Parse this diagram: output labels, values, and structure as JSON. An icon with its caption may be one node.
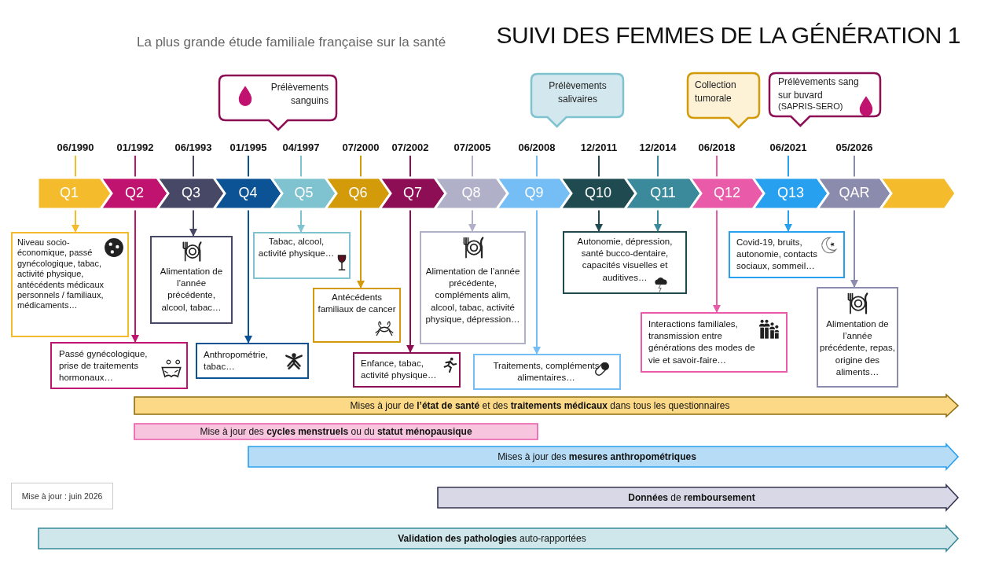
{
  "diagram": {
    "title": "SUIVI DES FEMMES DE LA GÉNÉRATION 1",
    "nodes": [
      {
        "text": [
          "Q1"
        ]
      },
      {
        "text": [
          "Q2"
        ]
      },
      {
        "text": [
          "Q3"
        ]
      },
      {
        "text": [
          "Q4"
        ]
      },
      {
        "text": [
          "Q5"
        ]
      },
      {
        "text": [
          "Q6"
        ]
      },
      {
        "text": [
          "Q7"
        ]
      },
      {
        "text": [
          "Q8"
        ]
      },
      {
        "text": [
          "Q9"
        ]
      },
      {
        "text": [
          "Q10"
        ]
      },
      {
        "text": [
          "Q11"
        ]
      },
      {
        "text": [
          "Q12"
        ]
      },
      {
        "text": [
          "Q13"
        ]
      },
      {
        "text": [
          "QAR"
        ]
      },
      {
        "text": [],
        "shape": "chevron"
      },
      {
        "text": [
          "Prélèvements sanguins"
        ]
      },
      {
        "text": [
          "Prélèvements salivaires"
        ]
      },
      {
        "text": [
          "Collection tumorale"
        ]
      },
      {
        "text": [
          "Prélèvements sang sur buvard",
          "(SAPRIS-SERO)"
        ]
      },
      {
        "text": [
          "Niveau socio-économique, passé gynécologique, tabac, activité physique, antécédents médicaux personnels / familiaux, médicaments…"
        ]
      },
      {
        "text": [
          "Passé gynécologique, prise de traitements hormonaux…"
        ]
      },
      {
        "text": [
          "Alimentation de l’année précédente, alcool, tabac…"
        ]
      },
      {
        "text": [
          "Anthropométrie, tabac…"
        ]
      },
      {
        "text": [
          "Tabac, alcool, activité physique…"
        ]
      },
      {
        "text": [
          "Antécédents familiaux de cancer"
        ]
      },
      {
        "text": [
          "Enfance, tabac, activité physique…"
        ]
      },
      {
        "text": [
          "Alimentation de l’année précédente, compléments alim, alcool, tabac, activité physique, dépression…"
        ]
      },
      {
        "text": [
          "Traitements, compléments alimentaires…"
        ]
      },
      {
        "text": [
          "Autonomie, dépression, santé bucco-dentaire, capacités visuelles et auditives…"
        ]
      },
      {
        "text": [
          "Interactions familiales, transmission entre générations des modes de vie et savoir-faire…"
        ]
      },
      {
        "text": [
          "Covid-19, bruits, autonomie, contacts sociaux, sommeil…"
        ]
      },
      {
        "text": [
          "Alimentation de l’année précédente, repas, origine des aliments…"
        ]
      },
      {
        "text": [
          "Mises à jour de **l’état de santé** et des **traitements médicaux** dans tous les questionnaires"
        ]
      },
      {
        "text": [
          "Mise à jour des **cycles menstruels** ou du **statut ménopausique**"
        ]
      },
      {
        "text": [
          "Mises à jour des **mesures anthropométriques**"
        ]
      },
      {
        "text": [
          "**Données** de **remboursement**"
        ]
      },
      {
        "text": [
          "**Validation des pathologies** auto-rapportées"
        ]
      },
      {
        "text": [
          "Mise à jour : juin 2026"
        ]
      },
      {
        "text": [
          "06/1990"
        ]
      },
      {
        "text": [
          "01/1992"
        ]
      },
      {
        "text": [
          "06/1993"
        ]
      },
      {
        "text": [
          "01/1995"
        ]
      },
      {
        "text": [
          "04/1997"
        ]
      },
      {
        "text": [
          "07/2000"
        ]
      },
      {
        "text": [
          "07/2002"
        ]
      },
      {
        "text": [
          "07/2005"
        ]
      },
      {
        "text": [
          "06/2008"
        ]
      },
      {
        "text": [
          "12/2011"
        ]
      },
      {
        "text": [
          "12/2014"
        ]
      },
      {
        "text": [
          "06/2018"
        ]
      },
      {
        "text": [
          "06/2021"
        ]
      },
      {
        "text": [
          "05/2026"
        ]
      }
    ],
    "edges": [
      {
        "from": 0,
        "to": 19,
        "arrow": "to",
        "color": "#f4bc2c"
      },
      {
        "from": 1,
        "to": 20,
        "arrow": "to",
        "color": "#c0136f"
      },
      {
        "from": 2,
        "to": 21,
        "arrow": "to",
        "color": "#474766"
      },
      {
        "from": 3,
        "to": 22,
        "arrow": "to",
        "color": "#0b5394"
      },
      {
        "from": 4,
        "to": 23,
        "arrow": "to",
        "color": "#7fc2d0"
      },
      {
        "from": 5,
        "to": 24,
        "arrow": "to",
        "color": "#d39b0a"
      },
      {
        "from": 6,
        "to": 25,
        "arrow": "to",
        "color": "#8e0e55"
      },
      {
        "from": 7,
        "to": 26,
        "arrow": "to",
        "color": "#b0b0c8"
      },
      {
        "from": 8,
        "to": 27,
        "arrow": "to",
        "color": "#74bdf5"
      },
      {
        "from": 9,
        "to": 28,
        "arrow": "to",
        "color": "#1f4a50"
      },
      {
        "from": 10,
        "to": 28,
        "arrow": "to",
        "color": "#3a8a9c"
      },
      {
        "from": 11,
        "to": 29,
        "arrow": "to",
        "color": "#e95aa8"
      },
      {
        "from": 12,
        "to": 30,
        "arrow": "to",
        "color": "#27a0f0"
      },
      {
        "from": 13,
        "to": 31,
        "arrow": "to",
        "color": "#8b8bad"
      },
      {
        "from": 38,
        "to": 0,
        "arrow": "none",
        "color": "#f4bc2c"
      },
      {
        "from": 39,
        "to": 1,
        "arrow": "none",
        "color": "#c0136f"
      },
      {
        "from": 40,
        "to": 2,
        "arrow": "none",
        "color": "#474766"
      },
      {
        "from": 41,
        "to": 3,
        "arrow": "none",
        "color": "#0b5394"
      },
      {
        "from": 42,
        "to": 4,
        "arrow": "none",
        "color": "#7fc2d0"
      },
      {
        "from": 43,
        "to": 5,
        "arrow": "none",
        "color": "#d39b0a"
      },
      {
        "from": 44,
        "to": 6,
        "arrow": "none",
        "color": "#8e0e55"
      },
      {
        "from": 45,
        "to": 7,
        "arrow": "none",
        "color": "#b0b0c8"
      },
      {
        "from": 46,
        "to": 8,
        "arrow": "none",
        "color": "#74bdf5"
      },
      {
        "from": 47,
        "to": 9,
        "arrow": "none",
        "color": "#1f4a50"
      },
      {
        "from": 48,
        "to": 10,
        "arrow": "none",
        "color": "#3a8a9c"
      },
      {
        "from": 49,
        "to": 11,
        "arrow": "none",
        "color": "#e95aa8"
      },
      {
        "from": 50,
        "to": 12,
        "arrow": "none",
        "color": "#27a0f0"
      },
      {
        "from": 51,
        "to": 13,
        "arrow": "none",
        "color": "#8b8bad"
      }
    ],
    "labels": [
      "La plus grande étude familiale française sur la santé"
    ]
  }
}
